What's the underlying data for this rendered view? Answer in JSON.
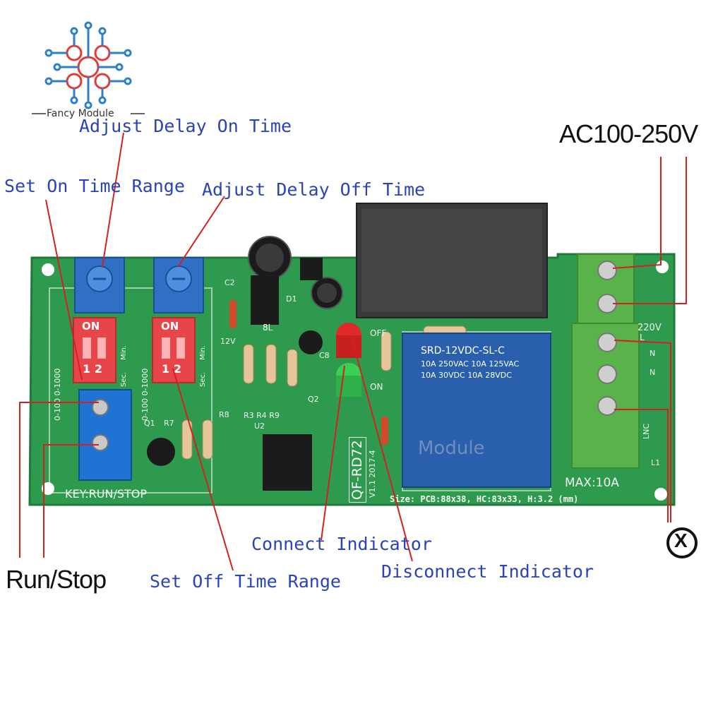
{
  "brand": {
    "name": "Fancy Module",
    "watermark": "Module"
  },
  "labels": {
    "adjust_delay_on": "Adjust Delay On Time",
    "set_on_range": "Set On Time Range",
    "adjust_delay_off": "Adjust Delay Off Time",
    "ac_input": "AC100-250V",
    "run_stop": "Run/Stop",
    "set_off_range": "Set Off Time Range",
    "connect_indicator": "Connect Indicator",
    "disconnect_indicator": "Disconnect Indicator"
  },
  "board": {
    "model": "QF-RD72",
    "version": "V1.1 2017-4",
    "key_label": "KEY:RUN/STOP",
    "size_text": "Size: PCB:88x38, HC:83x33, H:3.2 (mm)",
    "max_current": "MAX:10A",
    "voltage_tag": "220V",
    "relay_model": "SRD-12VDC-SL-C",
    "relay_rating_1": "10A 250VAC 10A 125VAC",
    "relay_rating_2": "10A 30VDC 10A 28VDC",
    "dip_on_1": "ON",
    "dip_on_2": "ON",
    "dip_nums_1": "1 2",
    "dip_nums_2": "1 2",
    "led_off": "OFF",
    "led_on": "ON",
    "terminal_l": "L",
    "terminal_n1": "N",
    "terminal_n2": "N",
    "terminal_lnc": "LNC",
    "terminal_l1": "L1",
    "range_text_1": "0-100  0-1000",
    "range_text_2": "0-100  0-1000",
    "min_1": "Min.",
    "sec_1": "Sec.",
    "min_2": "Min.",
    "sec_2": "Sec.",
    "c2": "C2",
    "d1": "D1",
    "q1": "Q1",
    "q2": "Q2",
    "u2": "U2",
    "r_labels": "R3 R4 R9",
    "r8": "R8",
    "r7": "R7",
    "c8": "C8",
    "v12": "12V",
    "l8": "8L"
  },
  "lamp_symbol": "X",
  "colors": {
    "pcb": "#2e9a4e",
    "pcb_edge": "#1f7a3b",
    "pot": "#2f6fc4",
    "dip": "#e8454a",
    "terminal_blue": "#1f73d2",
    "terminal_green": "#5ab34a",
    "relay": "#2a5fae",
    "transformer": "#3a3a3a",
    "leader": "#d42020",
    "label_blue": "#2a43b8"
  }
}
